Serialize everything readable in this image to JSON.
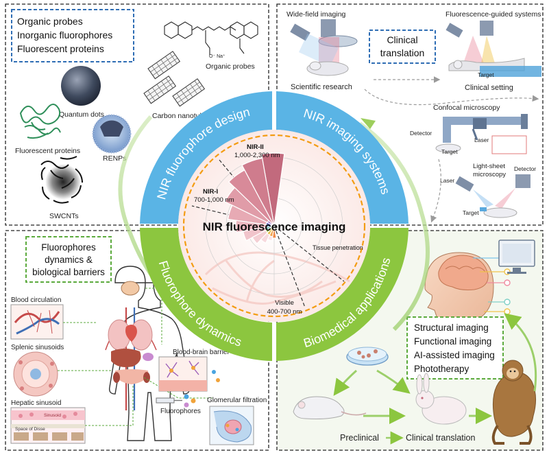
{
  "quadrants": {
    "design": {
      "box_items": [
        "Organic probes",
        "Inorganic fluorophores",
        "Fluorescent proteins"
      ],
      "labels": {
        "organic_probes": "Organic probes",
        "quantum_dots": "Quantum dots",
        "carbon_nanotube": "Carbon nanotube",
        "fluorescent_proteins": "Fluorescent proteins",
        "renps": "RENPs",
        "swcnts": "SWCNTs"
      },
      "dye_counter_ion": "O⁻ Na⁺"
    },
    "systems": {
      "box_title": [
        "Clinical",
        "translation"
      ],
      "labels": {
        "wide_field": "Wide-field imaging",
        "fluorescence_guided": "Fluorescence-guided systems",
        "scientific_research": "Scientific research",
        "clinical_setting": "Clinical setting",
        "target1": "Target",
        "confocal": "Confocal microscopy",
        "detector1": "Detector",
        "laser1": "Laser",
        "target2": "Target",
        "light_sheet": [
          "Light-sheet",
          "microscopy"
        ],
        "laser2": "Laser",
        "detector2": "Detector",
        "target3": "Target"
      }
    },
    "dynamics": {
      "box_title": [
        "Fluorophores",
        "dynamics &",
        "biological barriers"
      ],
      "labels": {
        "blood_circulation": "Blood circulation",
        "splenic_sinusoids": "Splenic sinusoids",
        "hepatic_sinusoid": "Hepatic sinusoid",
        "sinusoid": "Sinusoid",
        "space_of_disse": "Space of Disse",
        "bbb": "Blood-brain barrier",
        "fluorophores": "Fluorophores",
        "glomerular": "Glomerular filtration"
      }
    },
    "applications": {
      "box_items": [
        "Structural imaging",
        "Functional imaging",
        "AI-assisted imaging",
        "Phototherapy"
      ],
      "labels": {
        "preclinical": "Preclinical",
        "clinical_translation": "Clinical translation"
      }
    }
  },
  "ring": {
    "top_left": "NIR fluorophore design",
    "top_right": "NIR imaging systems",
    "bottom_left": "Fluorophore dynamics",
    "bottom_right": "Biomedical applications"
  },
  "center": {
    "title": "NIR fluorescence imaging",
    "nir2_title": "NIR-II",
    "nir2_range": "1,000-2,300 nm",
    "nir1_title": "NIR-I",
    "nir1_range": "700-1,000 nm",
    "visible_title": "Visible",
    "visible_range": "400-700 nm",
    "tissue": "Tissue penetration"
  },
  "colors": {
    "blue_ring": "#5AB4E5",
    "green_ring": "#8CC63F",
    "box_blue": "#2E6DB4",
    "box_green": "#5BAA3C",
    "orange": "#F39C12",
    "rose": "#C97B84"
  }
}
